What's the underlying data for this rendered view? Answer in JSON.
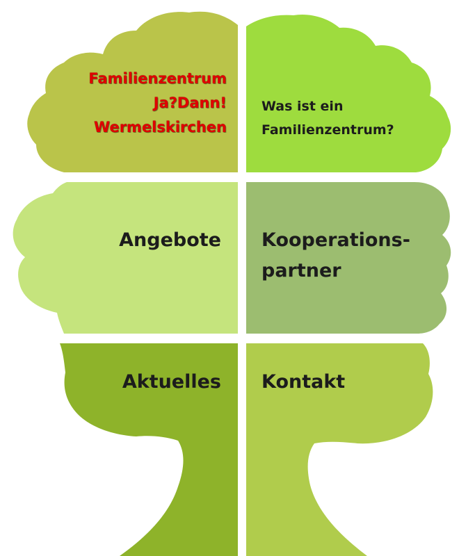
{
  "colors": {
    "tile_top_left": "#bac44a",
    "tile_top_right": "#9edc3e",
    "tile_mid_left": "#c5e47d",
    "tile_mid_right": "#9cbd70",
    "tile_bottom_left": "#8eb32a",
    "tile_bottom_right": "#b0cc4c",
    "title_text": "#e00000"
  },
  "tiles": {
    "top_left": {
      "lines": [
        "Familienzentrum",
        "Ja?Dann!",
        "Wermelskirchen"
      ]
    },
    "top_right": {
      "lines": [
        "Was ist ein",
        "Familienzentrum?"
      ]
    },
    "mid_left": {
      "label": "Angebote"
    },
    "mid_right": {
      "lines": [
        "Kooperations-",
        "partner"
      ]
    },
    "bottom_left": {
      "label": "Aktuelles"
    },
    "bottom_right": {
      "label": "Kontakt"
    }
  }
}
